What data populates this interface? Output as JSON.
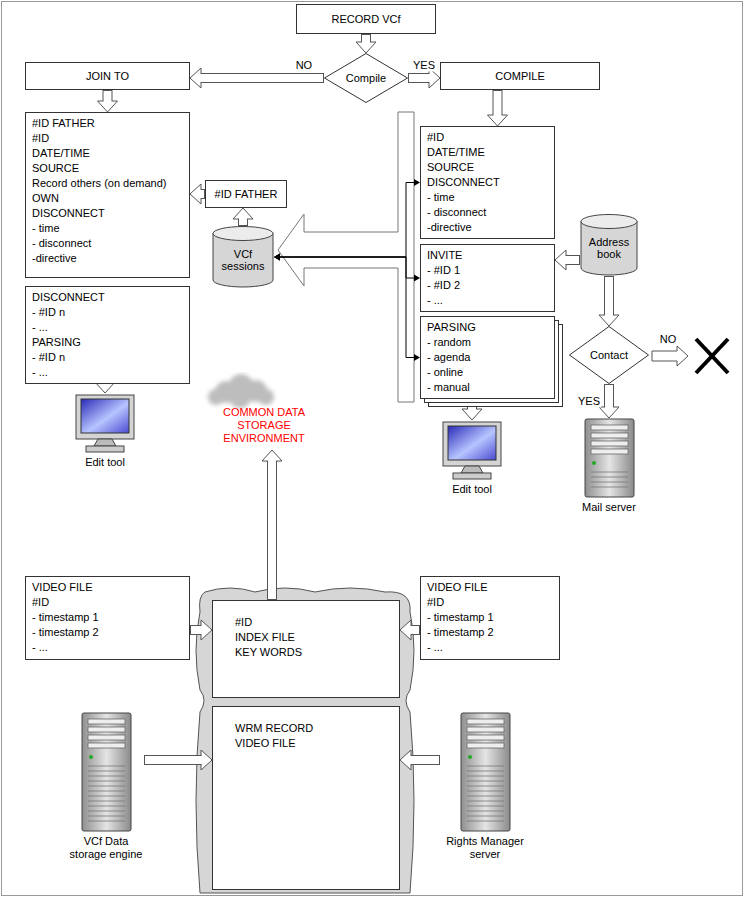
{
  "diagram": {
    "nodes": [
      {
        "text": [
          "RECORD VCf"
        ]
      },
      {
        "text": [
          "Compile"
        ]
      },
      {
        "text": [
          "JOIN TO"
        ]
      },
      {
        "text": [
          "COMPILE"
        ]
      },
      {
        "text": [
          "#ID FATHER",
          "#ID",
          "DATE/TIME",
          "SOURCE",
          "Record others (on demand)",
          "OWN",
          "DISCONNECT",
          "- time",
          "- disconnect",
          "-directive"
        ]
      },
      {
        "text": [
          "#ID FATHER"
        ]
      },
      {
        "text": [
          "VCf sessions"
        ]
      },
      {
        "text": [
          "DISCONNECT",
          "- #ID n",
          "- ...",
          "PARSING",
          "- #ID n",
          "- ..."
        ]
      },
      {
        "text": [
          "#ID",
          "DATE/TIME",
          "SOURCE",
          "DISCONNECT",
          "- time",
          "- disconnect",
          "-directive"
        ]
      },
      {
        "text": [
          "INVITE",
          "- #ID 1",
          "- #ID 2",
          "- ..."
        ]
      },
      {
        "text": [
          "PARSING",
          "- random",
          "- agenda",
          "- online",
          "- manual"
        ]
      },
      {
        "text": [
          "Address book"
        ]
      },
      {
        "text": [
          "Contact"
        ]
      },
      {
        "text": [
          "Mail server"
        ]
      },
      {
        "text": [
          "Edit tool"
        ]
      },
      {
        "text": [
          "Edit tool"
        ]
      },
      {
        "text": [
          "COMMON DATA STORAGE ENVIRONMENT"
        ]
      },
      {
        "text": [
          "VIDEO FILE",
          "#ID",
          "- timestamp 1",
          "- timestamp 2",
          "- ..."
        ]
      },
      {
        "text": [
          "VIDEO FILE",
          "#ID",
          "- timestamp 1",
          "- timestamp 2",
          "- ..."
        ]
      },
      {
        "text": [
          "#ID",
          "INDEX FILE",
          "KEY WORDS"
        ]
      },
      {
        "text": [
          "WRM RECORD",
          "VIDEO FILE"
        ]
      },
      {
        "text": [
          "VCf Data storage engine"
        ]
      },
      {
        "text": [
          "Rights Manager server"
        ]
      }
    ],
    "edges": [
      {
        "from": 0,
        "to": 1,
        "arrow": "to"
      },
      {
        "from": 1,
        "to": 2,
        "label": "NO",
        "arrow": "to"
      },
      {
        "from": 1,
        "to": 3,
        "label": "YES",
        "arrow": "to"
      },
      {
        "from": 2,
        "to": 4,
        "arrow": "to"
      },
      {
        "from": 3,
        "to": 8,
        "arrow": "to"
      },
      {
        "from": 5,
        "to": 4,
        "arrow": "to"
      },
      {
        "from": 6,
        "to": 5,
        "arrow": "to"
      },
      {
        "from": 6,
        "to": 8,
        "arrow": "both"
      },
      {
        "from": 6,
        "to": 9,
        "arrow": "both"
      },
      {
        "from": 6,
        "to": 10,
        "arrow": "both"
      },
      {
        "from": 11,
        "to": 9,
        "arrow": "to"
      },
      {
        "from": 11,
        "to": 12,
        "arrow": "to"
      },
      {
        "from": 12,
        "to": 13,
        "label": "YES",
        "arrow": "to"
      },
      {
        "from": 7,
        "to": 14,
        "arrow": "to"
      },
      {
        "from": 10,
        "to": 15,
        "arrow": "to"
      },
      {
        "from": 19,
        "to": 16,
        "arrow": "to"
      },
      {
        "from": 17,
        "to": 19,
        "arrow": "to"
      },
      {
        "from": 18,
        "to": 19,
        "arrow": "to"
      },
      {
        "from": 21,
        "to": 20,
        "arrow": "to"
      },
      {
        "from": 22,
        "to": 20,
        "arrow": "to"
      }
    ],
    "labels": [
      "NO"
    ]
  }
}
